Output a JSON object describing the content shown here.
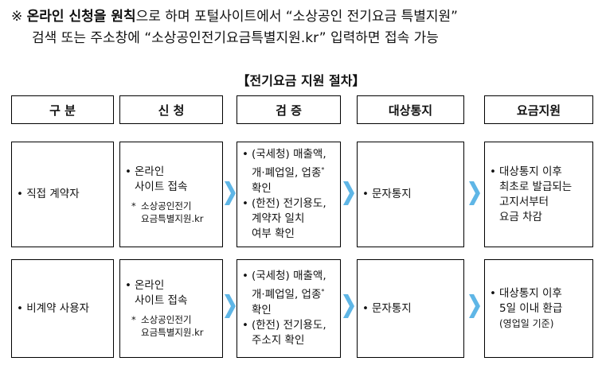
{
  "intro": {
    "mark": "※",
    "bold1": "온라인 신청을 원칙",
    "line1_rest": "으로 하며 포털사이트에서 “소상공인 전기요금 특별지원”",
    "line2": "검색 또는 주소창에 “소상공인전기요금특별지원.kr” 입력하면 접속 가능"
  },
  "section_title": "【전기요금 지원 절차】",
  "headers": [
    "구 분",
    "신 청",
    "검 증",
    "대상통지",
    "요금지원"
  ],
  "rows": [
    {
      "category": "• 직접 계약자",
      "apply_main": [
        "온라인",
        "사이트 접속"
      ],
      "apply_note": [
        "소상공인전기",
        "요금특별지원.kr"
      ],
      "verify_1": [
        "(국세청) 매출액,",
        "개·폐업일, 업종",
        "확인"
      ],
      "verify_1_sup": "*",
      "verify_2": [
        "(한전) 전기용도,",
        "계약자 일치",
        "여부 확인"
      ],
      "notice": "문자통지",
      "support": [
        "대상통지 이후",
        "최초로 발급되는",
        "고지서부터",
        "요금 차감"
      ]
    },
    {
      "category": "• 비계약 사용자",
      "apply_main": [
        "온라인",
        "사이트 접속"
      ],
      "apply_note": [
        "소상공인전기",
        "요금특별지원.kr"
      ],
      "verify_1": [
        "(국세청) 매출액,",
        "개·폐업일, 업종",
        "확인"
      ],
      "verify_1_sup": "*",
      "verify_2": [
        "(한전) 전기용도,",
        "주소지 확인"
      ],
      "notice": "문자통지",
      "support": [
        "대상통지 이후",
        "5일 이내 환급"
      ],
      "support_note": "(영업일 기준)"
    }
  ],
  "bullet": "•",
  "note_star": "*",
  "colors": {
    "border": "#000000",
    "arrow": "#5fb6e6"
  },
  "icons": {
    "flow_arrow": "chevron-arrow-icon"
  }
}
